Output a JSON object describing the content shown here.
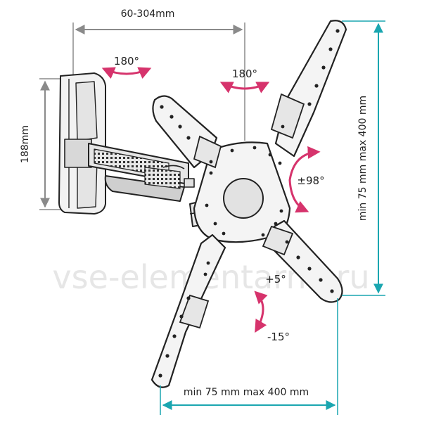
{
  "dimensions": {
    "arm_extension": "60-304mm",
    "wall_plate_height": "188mm",
    "vesa_vertical": "min 75 mm max 400 mm",
    "vesa_horizontal": "min 75 mm max 400 mm"
  },
  "rotations": {
    "wall_swivel": "180°",
    "head_swivel": "180°",
    "rotation": "±98°",
    "tilt_up": "+5°",
    "tilt_down": "-15°"
  },
  "watermark": "vse-elementarno.ru",
  "colors": {
    "dimension_line": "#8a8a8a",
    "vesa_line": "#1aa6b0",
    "rotation_arrow": "#d6336c",
    "tilt_arrow": "#d6336c",
    "outline": "#222222",
    "metal": "#f2f2f2"
  }
}
